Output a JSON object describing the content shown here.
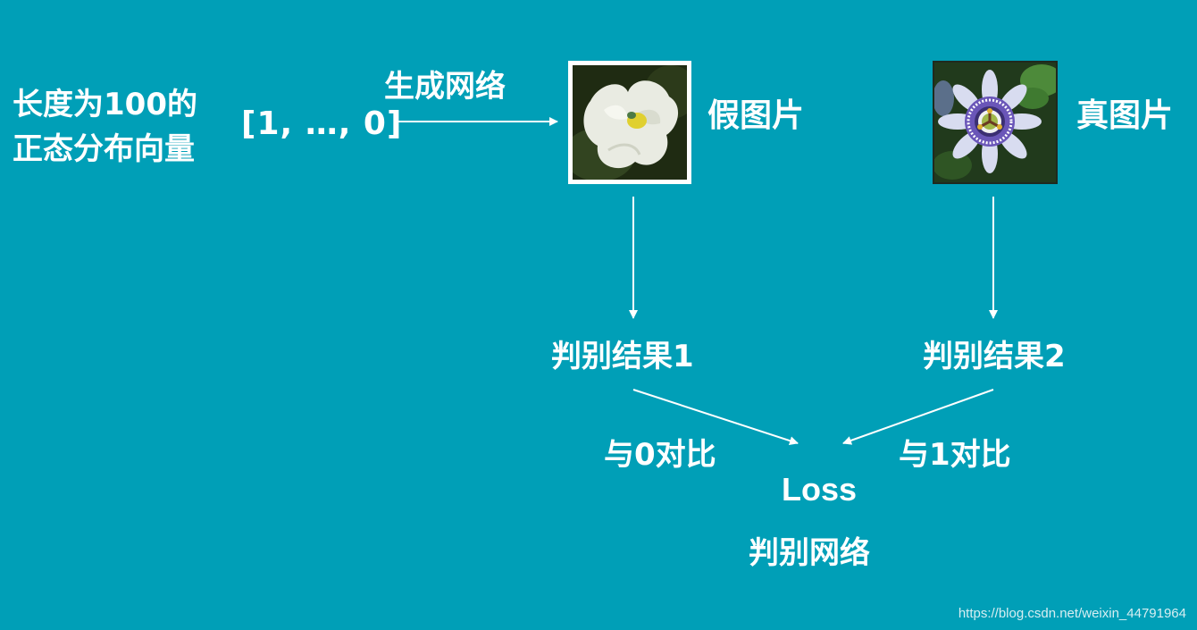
{
  "noise": {
    "line1": "长度为100的",
    "line2": "正态分布向量"
  },
  "vector_text": "[1, …, 0]",
  "generator_label": "生成网络",
  "fake_image_label": "假图片",
  "real_image_label": "真图片",
  "result1_label": "判别结果1",
  "result2_label": "判别结果2",
  "compare0_label": "与0对比",
  "compare1_label": "与1对比",
  "loss_label": "Loss",
  "discriminator_label": "判别网络",
  "watermark": "https://blog.csdn.net/weixin_44791964",
  "colors": {
    "background": "#009fb7",
    "text": "#ffffff"
  },
  "icons": {
    "fake_image": "white-flower-generated-image",
    "real_image": "passion-flower-photo"
  }
}
